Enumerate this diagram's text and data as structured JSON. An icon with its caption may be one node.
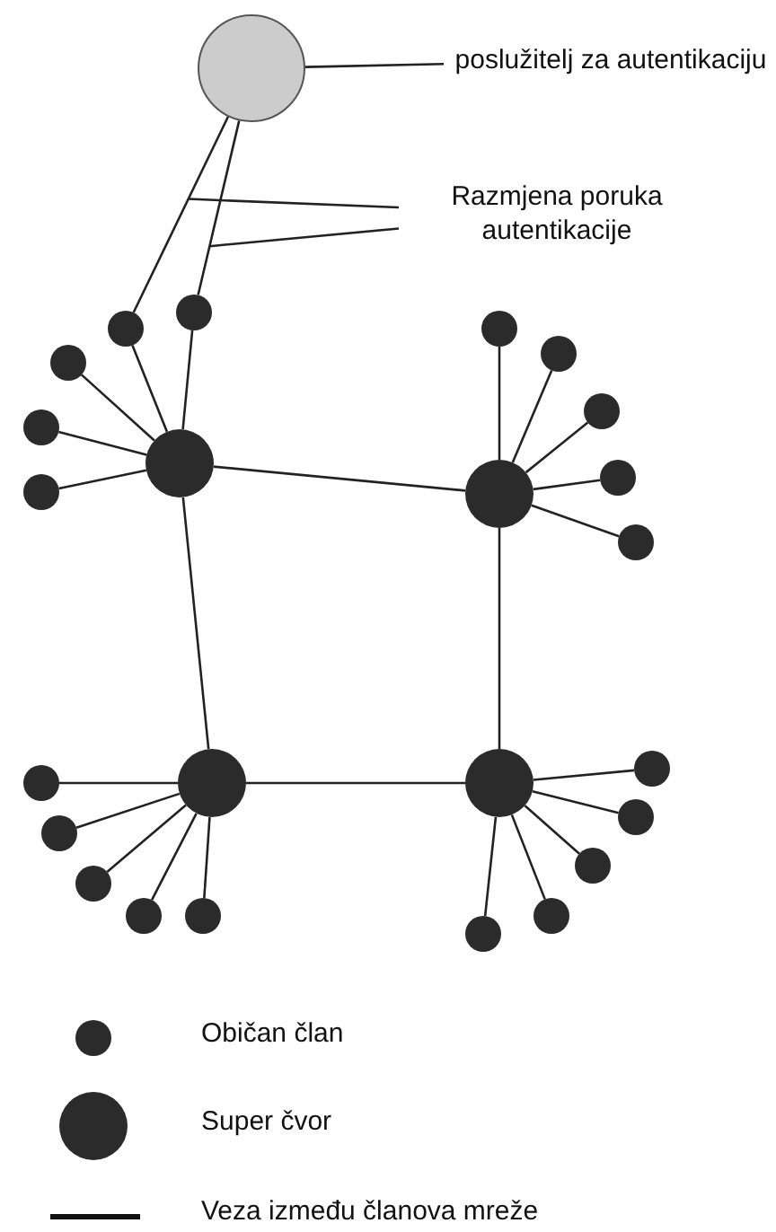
{
  "diagram": {
    "nodes": [
      {
        "text": [],
        "shape": "circle"
      },
      {
        "text": [
          "poslužitelj za autentikaciju"
        ]
      },
      {
        "text": [
          "Razmjena poruka autentikacije"
        ]
      },
      {
        "text": [],
        "shape": "circle"
      },
      {
        "text": [],
        "shape": "circle"
      },
      {
        "text": [],
        "shape": "circle"
      },
      {
        "text": [],
        "shape": "circle"
      },
      {
        "text": [],
        "shape": "circle"
      },
      {
        "text": [],
        "shape": "circle"
      },
      {
        "text": [],
        "shape": "circle"
      },
      {
        "text": [],
        "shape": "circle"
      },
      {
        "text": [],
        "shape": "circle"
      },
      {
        "text": [],
        "shape": "circle"
      },
      {
        "text": [],
        "shape": "circle"
      },
      {
        "text": [],
        "shape": "circle"
      },
      {
        "text": [],
        "shape": "circle"
      },
      {
        "text": [],
        "shape": "circle"
      },
      {
        "text": [],
        "shape": "circle"
      },
      {
        "text": [],
        "shape": "circle"
      },
      {
        "text": [],
        "shape": "circle"
      },
      {
        "text": [],
        "shape": "circle"
      },
      {
        "text": [],
        "shape": "circle"
      },
      {
        "text": [],
        "shape": "circle"
      },
      {
        "text": [],
        "shape": "circle"
      },
      {
        "text": [],
        "shape": "circle"
      },
      {
        "text": [],
        "shape": "circle"
      },
      {
        "text": [],
        "shape": "circle"
      }
    ],
    "edges": [
      {
        "from": 1,
        "to": 0,
        "arrow": "none"
      },
      {
        "from": 2,
        "to": null,
        "arrow": "none"
      },
      {
        "from": 2,
        "to": null,
        "arrow": "none"
      },
      {
        "from": 0,
        "to": 7,
        "arrow": "none"
      },
      {
        "from": 0,
        "to": 8,
        "arrow": "none"
      },
      {
        "from": 3,
        "to": 4,
        "arrow": "none"
      },
      {
        "from": 3,
        "to": 5,
        "arrow": "none"
      },
      {
        "from": 4,
        "to": 6,
        "arrow": "none"
      },
      {
        "from": 5,
        "to": 6,
        "arrow": "none"
      },
      {
        "from": 7,
        "to": 3,
        "arrow": "none"
      },
      {
        "from": 8,
        "to": 3,
        "arrow": "none"
      },
      {
        "from": 9,
        "to": 3,
        "arrow": "none"
      },
      {
        "from": 3,
        "to": 10,
        "arrow": "none"
      },
      {
        "from": 3,
        "to": 11,
        "arrow": "none"
      },
      {
        "from": 12,
        "to": 4,
        "arrow": "none"
      },
      {
        "from": 13,
        "to": 4,
        "arrow": "none"
      },
      {
        "from": 14,
        "to": 4,
        "arrow": "none"
      },
      {
        "from": 4,
        "to": 15,
        "arrow": "none"
      },
      {
        "from": 4,
        "to": 16,
        "arrow": "none"
      },
      {
        "from": 5,
        "to": 17,
        "arrow": "none"
      },
      {
        "from": 5,
        "to": 18,
        "arrow": "none"
      },
      {
        "from": 5,
        "to": 19,
        "arrow": "none"
      },
      {
        "from": 5,
        "to": 20,
        "arrow": "none"
      },
      {
        "from": 5,
        "to": 21,
        "arrow": "none"
      },
      {
        "from": 6,
        "to": 22,
        "arrow": "none"
      },
      {
        "from": 6,
        "to": 23,
        "arrow": "none"
      },
      {
        "from": 6,
        "to": 24,
        "arrow": "none"
      },
      {
        "from": 6,
        "to": 25,
        "arrow": "none"
      },
      {
        "from": 6,
        "to": 26,
        "arrow": "none"
      }
    ],
    "legend": [
      {
        "text": "Običan član"
      },
      {
        "text": "Super čvor"
      },
      {
        "text": "Veza između članova mreže"
      }
    ]
  }
}
